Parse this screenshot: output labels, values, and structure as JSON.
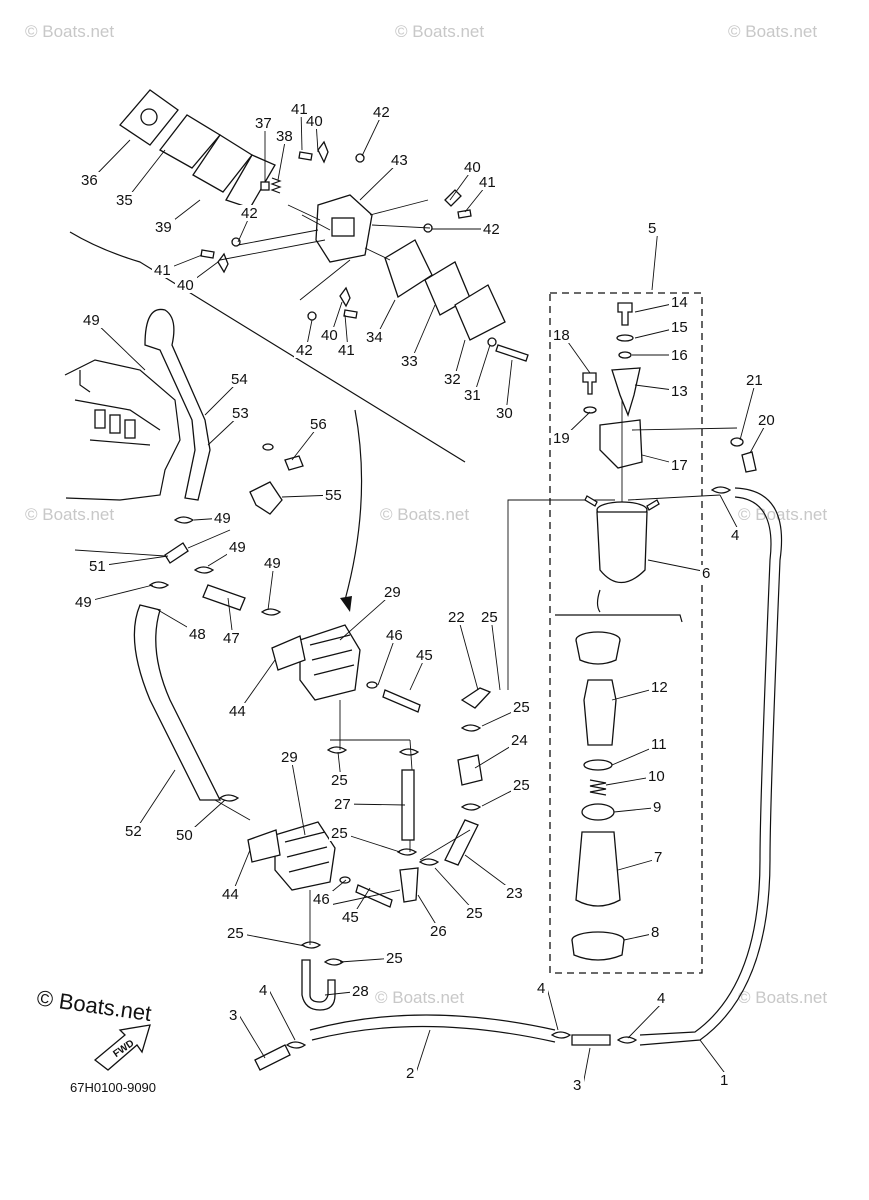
{
  "watermark": "© Boats.net",
  "logo_text": "© Boats.net",
  "fwd_label": "FWD",
  "diagram_code": "67H0100-9090",
  "callouts": [
    "1",
    "2",
    "3",
    "3",
    "4",
    "4",
    "4",
    "4",
    "5",
    "6",
    "7",
    "8",
    "9",
    "10",
    "11",
    "12",
    "13",
    "14",
    "15",
    "16",
    "17",
    "18",
    "19",
    "20",
    "21",
    "22",
    "23",
    "24",
    "25",
    "25",
    "25",
    "25",
    "25",
    "25",
    "25",
    "25",
    "26",
    "27",
    "28",
    "29",
    "29",
    "30",
    "31",
    "32",
    "33",
    "34",
    "35",
    "36",
    "37",
    "38",
    "39",
    "40",
    "40",
    "40",
    "40",
    "41",
    "41",
    "41",
    "41",
    "42",
    "42",
    "42",
    "42",
    "43",
    "44",
    "44",
    "45",
    "45",
    "46",
    "46",
    "47",
    "48",
    "49",
    "49",
    "49",
    "49",
    "49",
    "50",
    "51",
    "52",
    "53",
    "54",
    "55",
    "56"
  ]
}
